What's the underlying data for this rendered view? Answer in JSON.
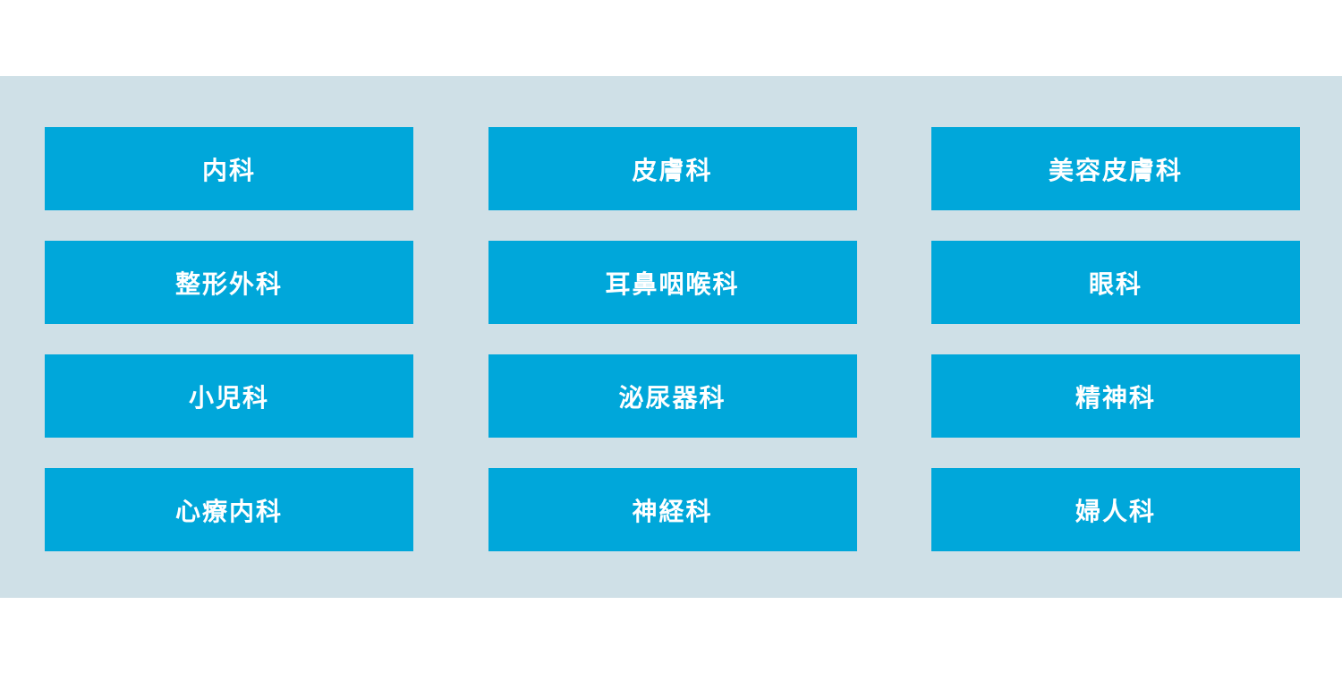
{
  "theme": {
    "page_bg": "#ffffff",
    "panel_bg": "#cfe0e7",
    "button_bg": "#00a7da",
    "button_text": "#ffffff"
  },
  "departments": {
    "items": [
      {
        "label": "内科"
      },
      {
        "label": "皮膚科"
      },
      {
        "label": "美容皮膚科"
      },
      {
        "label": "整形外科"
      },
      {
        "label": "耳鼻咽喉科"
      },
      {
        "label": "眼科"
      },
      {
        "label": "小児科"
      },
      {
        "label": "泌尿器科"
      },
      {
        "label": "精神科"
      },
      {
        "label": "心療内科"
      },
      {
        "label": "神経科"
      },
      {
        "label": "婦人科"
      }
    ]
  }
}
